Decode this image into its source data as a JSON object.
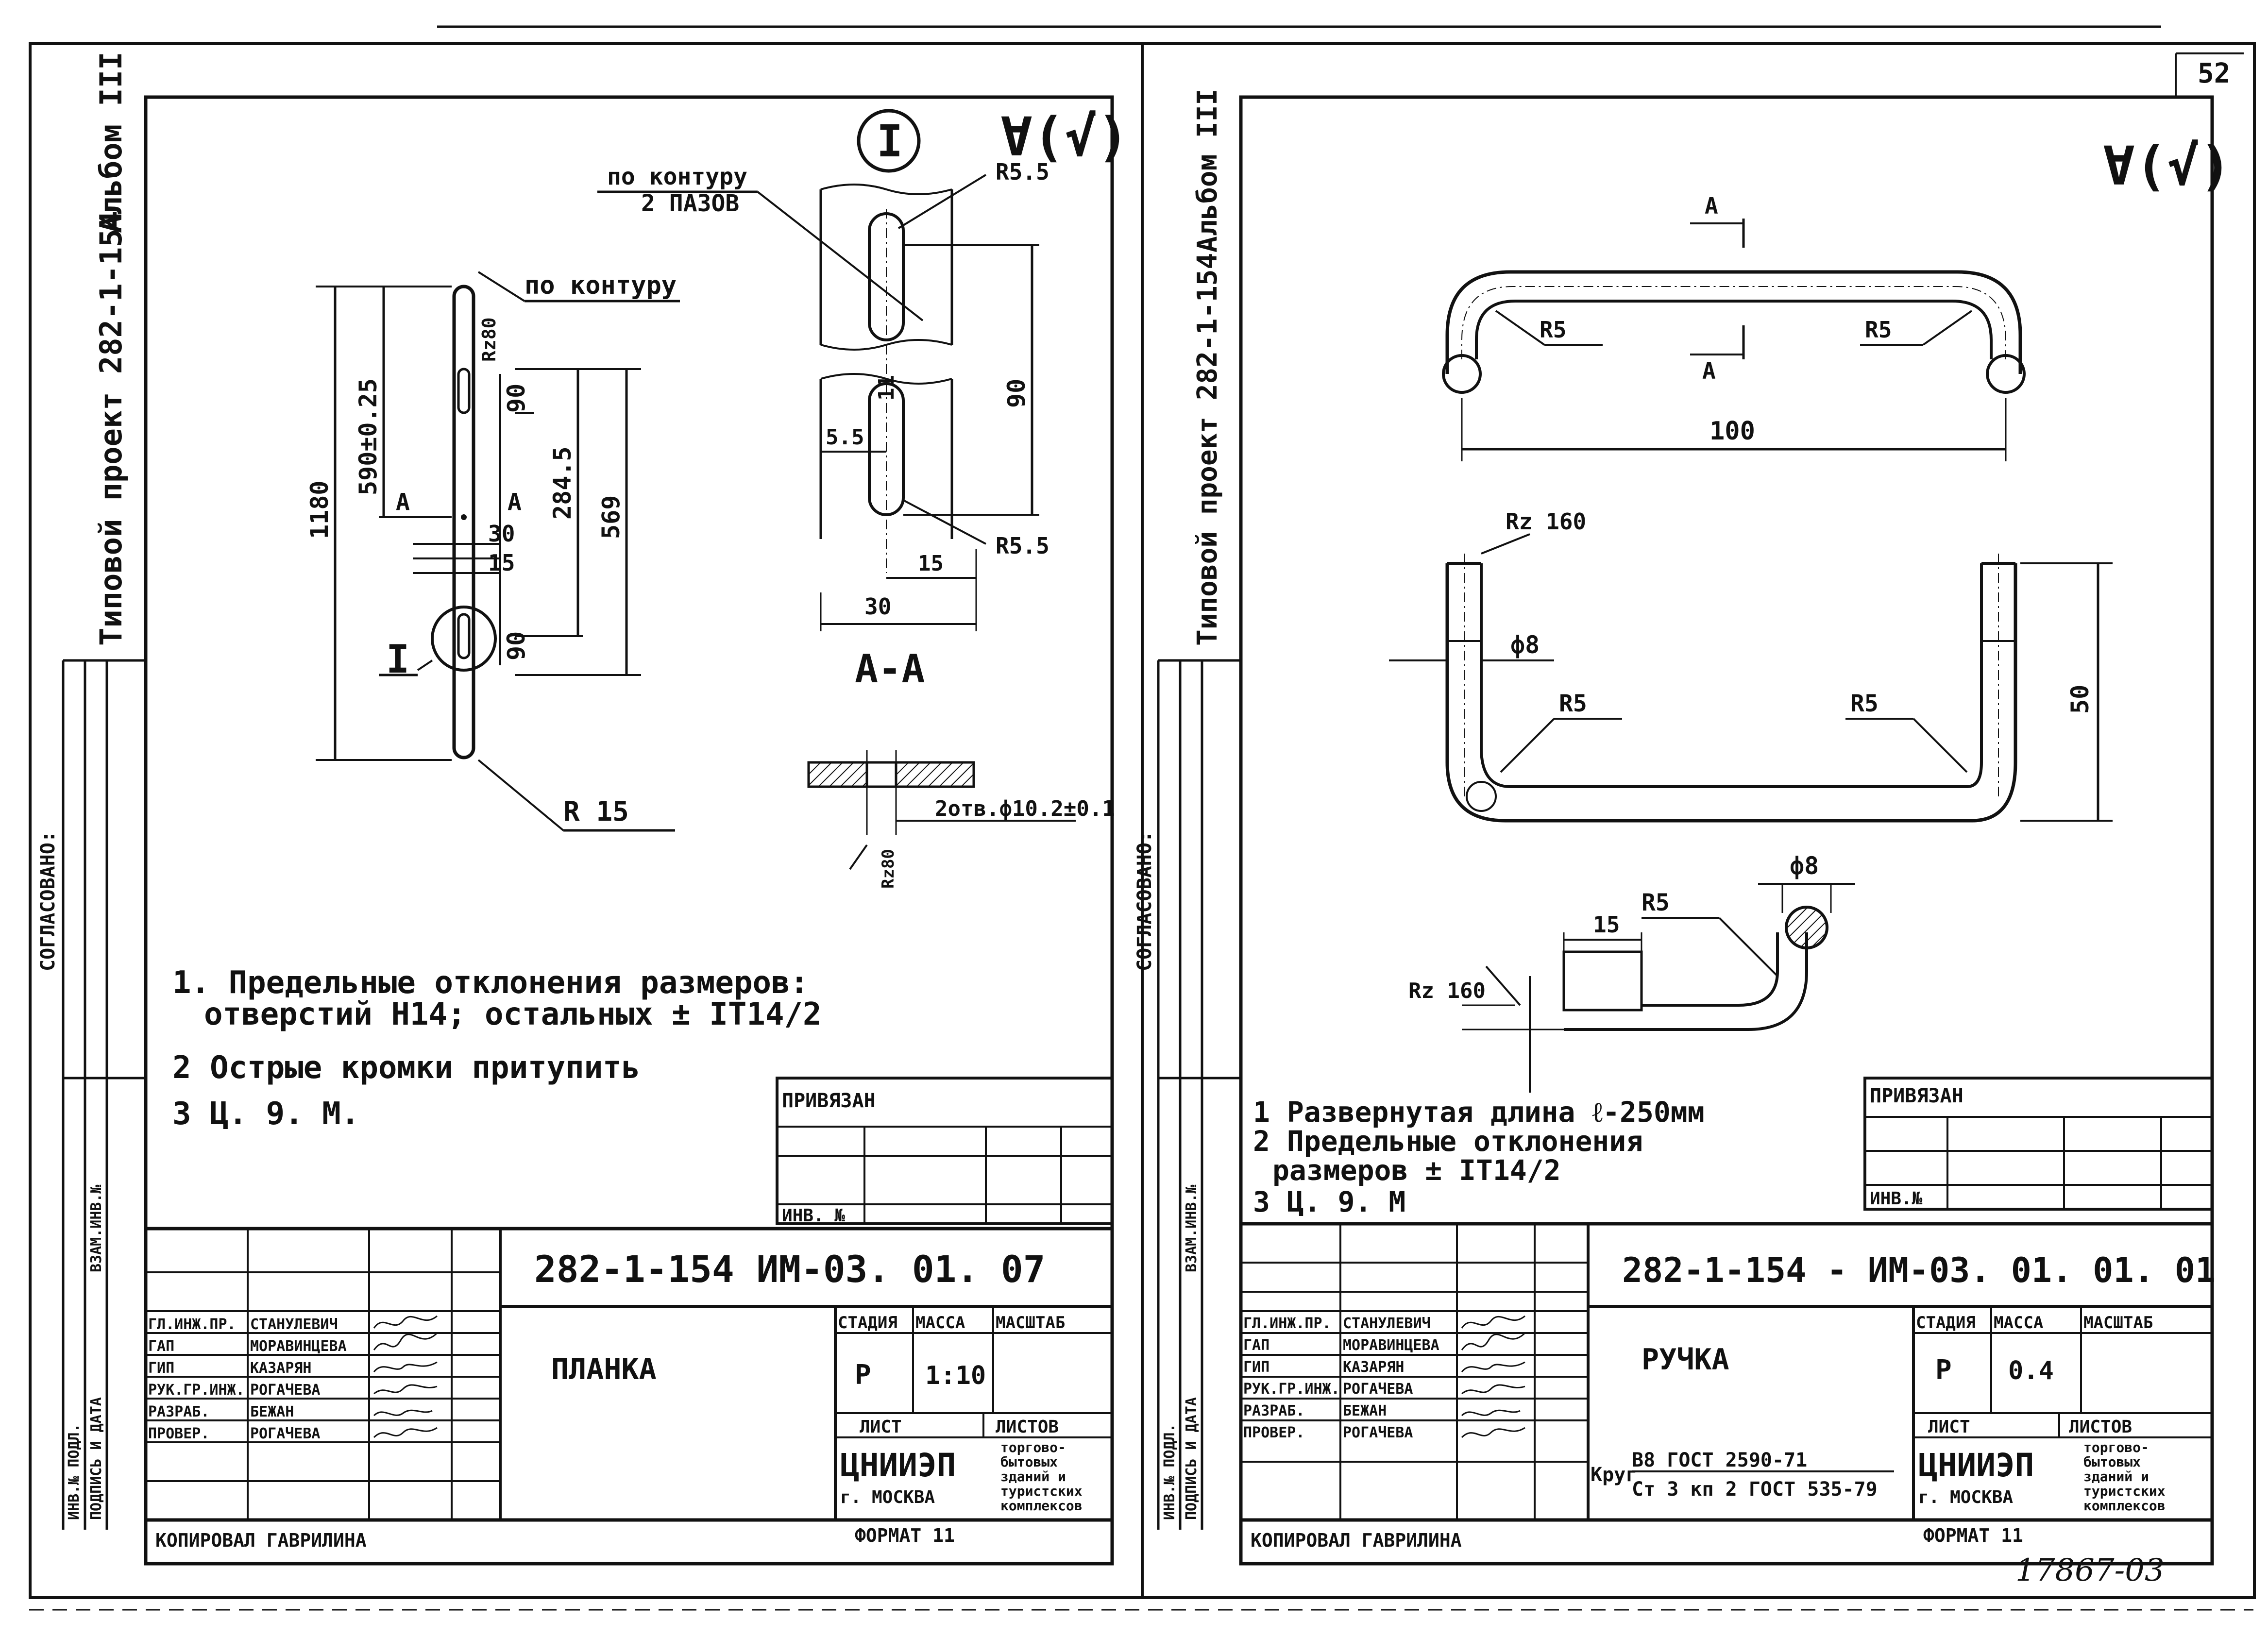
{
  "page_number": "52",
  "archive_number": "17867-03",
  "left_sheet": {
    "side_title": "Типовой проект 282-1-154",
    "album": "Альбом III",
    "agreed_label": "СОГЛАСОВАНО:",
    "stamp_cols": [
      "ИНВ.№ ПОДЛ.",
      "ПОДПИСЬ И ДАТА",
      "ВЗАМ.ИНВ.№"
    ],
    "surface_mark": "∀(√)",
    "view_mark": "I",
    "dims": {
      "contour_2slots": [
        "по контуру",
        "2 ПАЗОВ"
      ],
      "contour": "по контуру",
      "rz": "Rz80",
      "d1180": "1180",
      "d590": "590±0.25",
      "d90": "90",
      "d284": "284.5",
      "d569": "569",
      "a": "А",
      "d30": "30",
      "d15": "15",
      "r15": "R 15",
      "r55": "R5.5",
      "d11": "11",
      "d55": "5.5",
      "section": "А-А",
      "holes": "2отв.ф10.2±0.1",
      "rz_small": "Rz80"
    },
    "notes": [
      "1. Предельные отклонения размеров:",
      "отверстий Н14; остальных ± IT14/2",
      "2 Острые кромки притупить",
      "3   Ц. 9. М."
    ],
    "privyazan": "ПРИВЯЗАН",
    "inv_no": "ИНВ. №",
    "doc_code": "282-1-154  ИМ-03. 01. 07",
    "part_name": "ПЛАНКА",
    "roles": [
      "ГЛ.ИНЖ.ПР.",
      "ГАП",
      "ГИП",
      "РУК.ГР.ИНЖ.",
      "РАЗРАБ.",
      "ПРОВЕР."
    ],
    "names": [
      "СТАНУЛЕВИЧ",
      "МОРАВИНЦЕВА",
      "КАЗАРЯН",
      "РОГАЧЕВА",
      "БЕЖАН",
      "РОГАЧЕВА"
    ],
    "stage_header": [
      "СТАДИЯ",
      "МАССА",
      "МАСШТАБ"
    ],
    "stage": "Р",
    "mass": "1:10",
    "scale": "",
    "sheet_header": [
      "ЛИСТ",
      "ЛИСТОВ"
    ],
    "org": "ЦНИИЭП",
    "org_city": "г. МОСКВА",
    "org_desc": [
      "торгово-",
      "бытовых",
      "зданий и",
      "туристских",
      "комплексов"
    ],
    "copied": "КОПИРОВАЛ  ГАВРИЛИНА",
    "format": "ФОРМАТ 11"
  },
  "right_sheet": {
    "side_title": "Типовой проект 282-1-154",
    "album": "Альбом III",
    "agreed_label": "СОГЛАСОВАНО:",
    "stamp_cols": [
      "ИНВ.№ ПОДЛ.",
      "ПОДПИСЬ И ДАТА",
      "ВЗАМ.ИНВ.№"
    ],
    "surface_mark": "∀(√)",
    "dims": {
      "a": "А",
      "r5": "R5",
      "d100": "100",
      "rz160": "Rz 160",
      "phi8": "ф8",
      "d50": "50",
      "d15": "15",
      "rz160b": "Rz 160"
    },
    "notes": [
      "1 Развернутая длина   ℓ-250мм",
      "2 Предельные   отклонения",
      "размеров ± IT14/2",
      "3  Ц. 9. М"
    ],
    "privyazan": "ПРИВЯЗАН",
    "inv_no": "ИНВ.№",
    "doc_code": "282-1-154 - ИМ-03. 01. 01. 01",
    "part_name": "РУЧКА",
    "material_prefix": "Круг",
    "material_line1": "В8 ГОСТ 2590-71",
    "material_line2": "Ст 3 кп 2 ГОСТ 535-79",
    "roles": [
      "ГЛ.ИНЖ.ПР.",
      "ГАП",
      "ГИП",
      "РУК.ГР.ИНЖ.",
      "РАЗРАБ.",
      "ПРОВЕР."
    ],
    "names": [
      "СТАНУЛЕВИЧ",
      "МОРАВИНЦЕВА",
      "КАЗАРЯН",
      "РОГАЧЕВА",
      "БЕЖАН",
      "РОГАЧЕВА"
    ],
    "stage_header": [
      "СТАДИЯ",
      "МАССА",
      "МАСШТАБ"
    ],
    "stage": "Р",
    "mass": "0.4",
    "scale": "",
    "sheet_header": [
      "ЛИСТ",
      "ЛИСТОВ"
    ],
    "org": "ЦНИИЭП",
    "org_city": "г. МОСКВА",
    "org_desc": [
      "торгово-",
      "бытовых",
      "зданий и",
      "туристских",
      "комплексов"
    ],
    "copied": "КОПИРОВАЛ  ГАВРИЛИНА",
    "format": "ФОРМАТ 11"
  }
}
